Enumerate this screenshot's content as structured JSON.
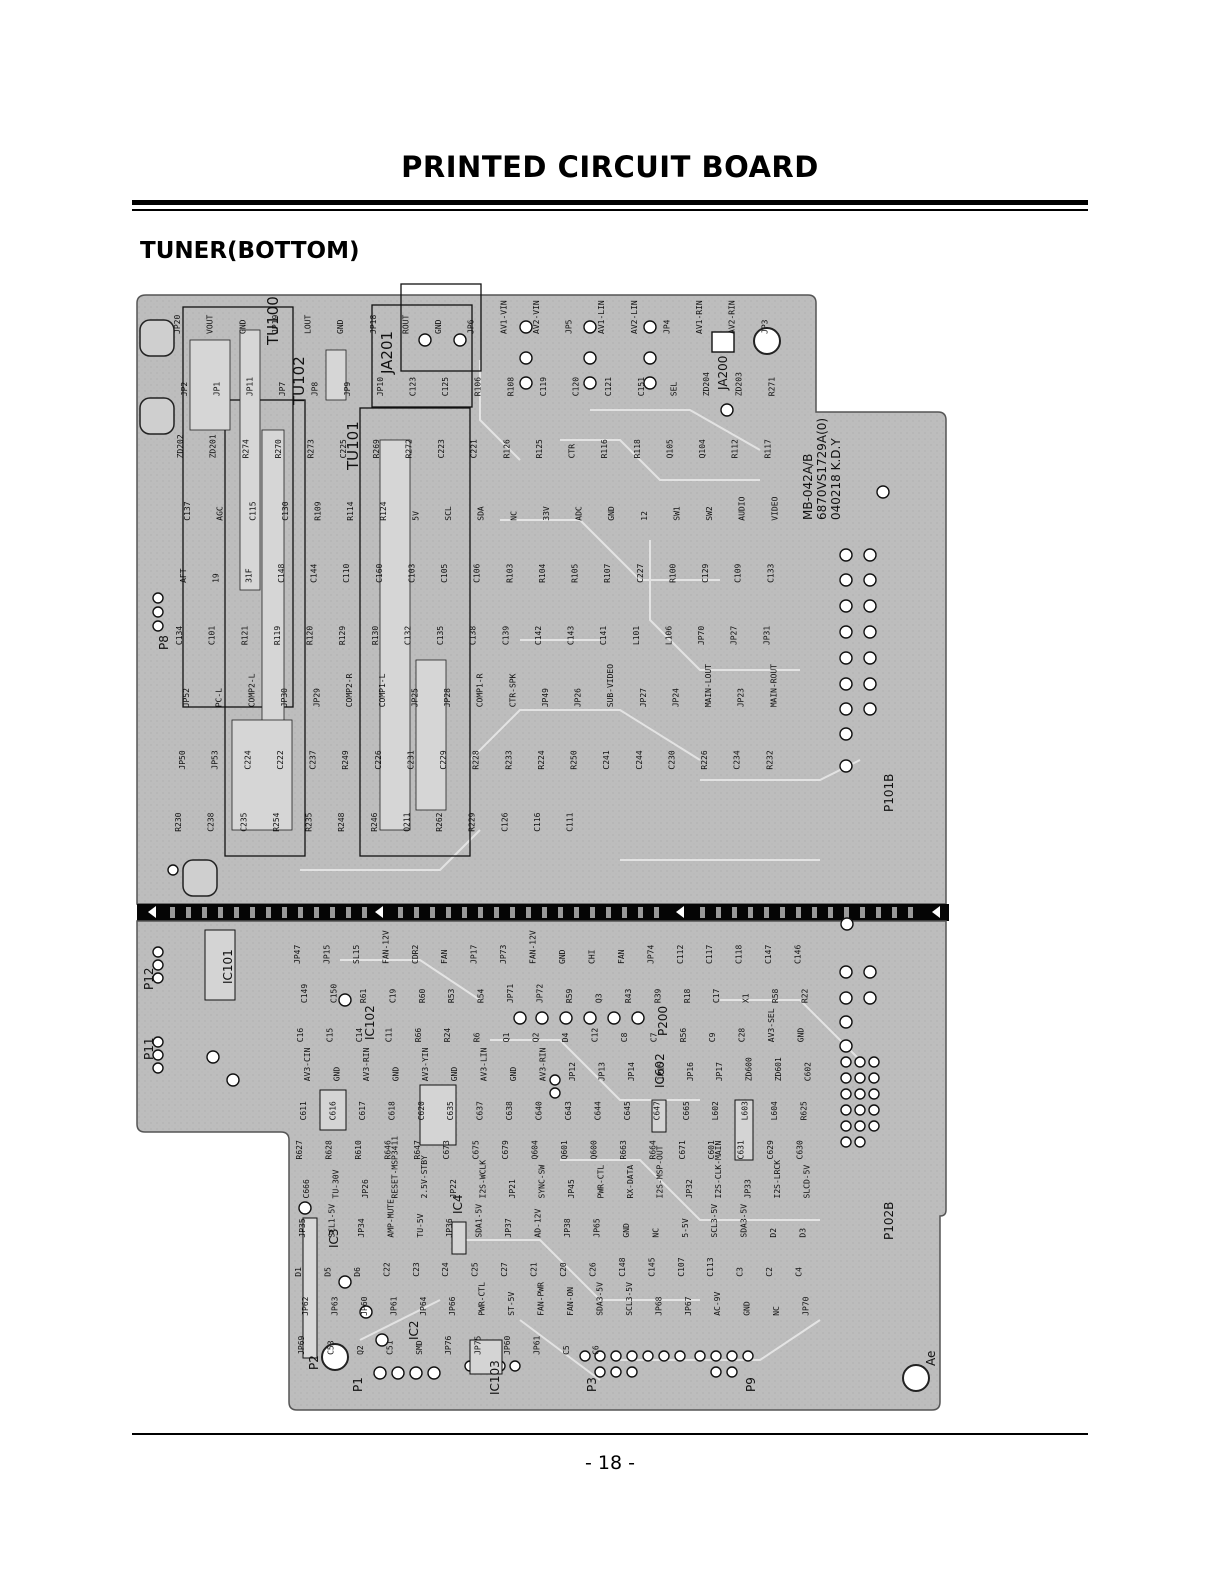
{
  "header": {
    "title": "PRINTED CIRCUIT BOARD"
  },
  "section": {
    "title": "TUNER(BOTTOM)"
  },
  "footer": {
    "page": "-  18  -"
  },
  "board": {
    "big_labels": {
      "tu100": "TU100",
      "tu102": "TU102",
      "tu101": "TU101",
      "ja201": "JA201",
      "ja200": "JA200",
      "p8": "P8",
      "p12": "P12",
      "p11": "P11",
      "ic101": "IC101",
      "ic102": "IC102",
      "p200": "P200",
      "ic602": "IC602",
      "ic3": "IC3",
      "ic4": "IC4",
      "ic2": "IC2",
      "ic103": "IC103",
      "p2": "P2",
      "p1": "P1",
      "p3": "P3",
      "p9": "P9",
      "p101b": "P101B",
      "p102b": "P102B",
      "ae": "Ae"
    },
    "model_lines": [
      "MB-042A/B",
      "6870VS1729A(0)",
      "040218 K.D.Y"
    ],
    "top_labels": [
      "JP20",
      "VOUT",
      "GND",
      "JP19",
      "LOUT",
      "GND",
      "JP18",
      "ROUT",
      "GND",
      "JP6",
      "AV1-VIN",
      "AV2-VIN",
      "JP5",
      "AV1-LIN",
      "AV2-LIN",
      "JP4",
      "AV1-RIN",
      "AV2-RIN",
      "JP3",
      "JP2",
      "JP1",
      "JP11",
      "JP7",
      "JP8",
      "JP9",
      "JP10",
      "C123",
      "C125",
      "R106",
      "R108",
      "C119",
      "C120",
      "C121",
      "C151",
      "SEL",
      "ZD204",
      "ZD203",
      "R271",
      "ZD202",
      "ZD201",
      "R274",
      "R270",
      "R273",
      "C225",
      "R269",
      "R272",
      "C223",
      "C221",
      "R126",
      "R125",
      "CTR",
      "R116",
      "R118",
      "Q105",
      "Q104",
      "R112",
      "R117",
      "C137",
      "AGC",
      "C115",
      "C130",
      "R109",
      "R114",
      "R124",
      "5V",
      "SCL",
      "SDA",
      "NC",
      "33V",
      "ADC",
      "GND",
      "12",
      "SW1",
      "SW2",
      "AUDIO",
      "VIDEO",
      "AFT",
      "19",
      "31F",
      "C148",
      "C144",
      "C110",
      "C160",
      "C103",
      "C105",
      "C106",
      "R103",
      "R104",
      "R105",
      "R107",
      "C227",
      "R100",
      "C129",
      "C109",
      "C133",
      "C134",
      "C101",
      "R121",
      "R119",
      "R120",
      "R129",
      "R130",
      "C132",
      "C135",
      "C138",
      "C139",
      "C142",
      "C143",
      "C141",
      "L101",
      "L106",
      "JP70",
      "JP27",
      "JP31",
      "JP52",
      "PC-L",
      "COMP2-L",
      "JP30",
      "JP29",
      "COMP2-R",
      "COMP1-L",
      "JP25",
      "JP28",
      "COMP1-R",
      "CTR-SPK",
      "JP49",
      "JP26",
      "SUB-VIDEO",
      "JP27",
      "JP24",
      "MAIN-LOUT",
      "JP23",
      "MAIN-ROUT",
      "JP50",
      "JP53",
      "C224",
      "C222",
      "C237",
      "R249",
      "C226",
      "C231",
      "C229",
      "R228",
      "R233",
      "R224",
      "R250",
      "C241",
      "C244",
      "C230",
      "R226",
      "C234",
      "R232",
      "R230",
      "C238",
      "C235",
      "R254",
      "R235",
      "R248",
      "R246",
      "Q211",
      "R262",
      "R229",
      "C126",
      "C116",
      "C111"
    ],
    "bottom_labels": [
      "JP47",
      "JP15",
      "SL15",
      "FAN-12V",
      "CDR2",
      "FAN",
      "JP17",
      "JP73",
      "FAN-12V",
      "GND",
      "CHI",
      "FAN",
      "JP74",
      "C112",
      "C117",
      "C118",
      "C147",
      "C146",
      "C149",
      "C150",
      "R61",
      "C19",
      "R60",
      "R53",
      "R54",
      "JP71",
      "JP72",
      "R59",
      "Q3",
      "R43",
      "R39",
      "R18",
      "C17",
      "X1",
      "R58",
      "R22",
      "C16",
      "C15",
      "C14",
      "C11",
      "R66",
      "R24",
      "R6",
      "Q1",
      "Q2",
      "D4",
      "C12",
      "C8",
      "C7",
      "R56",
      "C9",
      "C28",
      "AV3-SEL",
      "GND",
      "AV3-CIN",
      "GND",
      "AV3-RIN",
      "GND",
      "AV3-YIN",
      "GND",
      "AV3-LIN",
      "GND",
      "AV3-RIN",
      "JP12",
      "JP13",
      "JP14",
      "JP15",
      "JP16",
      "JP17",
      "ZD600",
      "ZD601",
      "C602",
      "C611",
      "C616",
      "C617",
      "C618",
      "C620",
      "C635",
      "C637",
      "C638",
      "C640",
      "C643",
      "C644",
      "C645",
      "C647",
      "C665",
      "L602",
      "L603",
      "L604",
      "R625",
      "R627",
      "R628",
      "R610",
      "R646",
      "R647",
      "C673",
      "C675",
      "C679",
      "Q604",
      "Q601",
      "Q600",
      "R663",
      "R664",
      "C671",
      "C601",
      "C631",
      "C629",
      "C630",
      "C666",
      "TU-30V",
      "JP26",
      "RESET-MSP3411",
      "2.5V-STBY",
      "JP22",
      "I2S-WCLK",
      "JP21",
      "SYNC-SW",
      "JP45",
      "PWR-CTL",
      "RX-DATA",
      "I2S-MSP-OUT",
      "JP32",
      "I2S-CLK-MAIN",
      "JP33",
      "I2S-LRCK",
      "SLCD-5V",
      "JP35",
      "SCL1-5V",
      "JP34",
      "AMP-MUTE",
      "TU-5V",
      "JP36",
      "SDA1-5V",
      "JP37",
      "AD-12V",
      "JP38",
      "JP65",
      "GND",
      "NC",
      "5-5V",
      "SCL3-5V",
      "SDA3-5V",
      "D2",
      "D3",
      "D1",
      "D5",
      "D6",
      "C22",
      "C23",
      "C24",
      "C25",
      "C27",
      "C21",
      "C20",
      "C26",
      "C148",
      "C145",
      "C107",
      "C113",
      "C3",
      "C2",
      "C4",
      "JP62",
      "JP63",
      "JP60",
      "JP61",
      "JP64",
      "JP66",
      "PWR-CTL",
      "ST-5V",
      "FAN-PWR",
      "FAN-ON",
      "SDA3-5V",
      "SCL3-5V",
      "JP68",
      "JP67",
      "AC-9V",
      "GND",
      "NC",
      "JP70",
      "JP69",
      "C53",
      "Q2",
      "C51",
      "SMD",
      "JP76",
      "JP75",
      "JP60",
      "JP61",
      "C5",
      "C6"
    ]
  }
}
